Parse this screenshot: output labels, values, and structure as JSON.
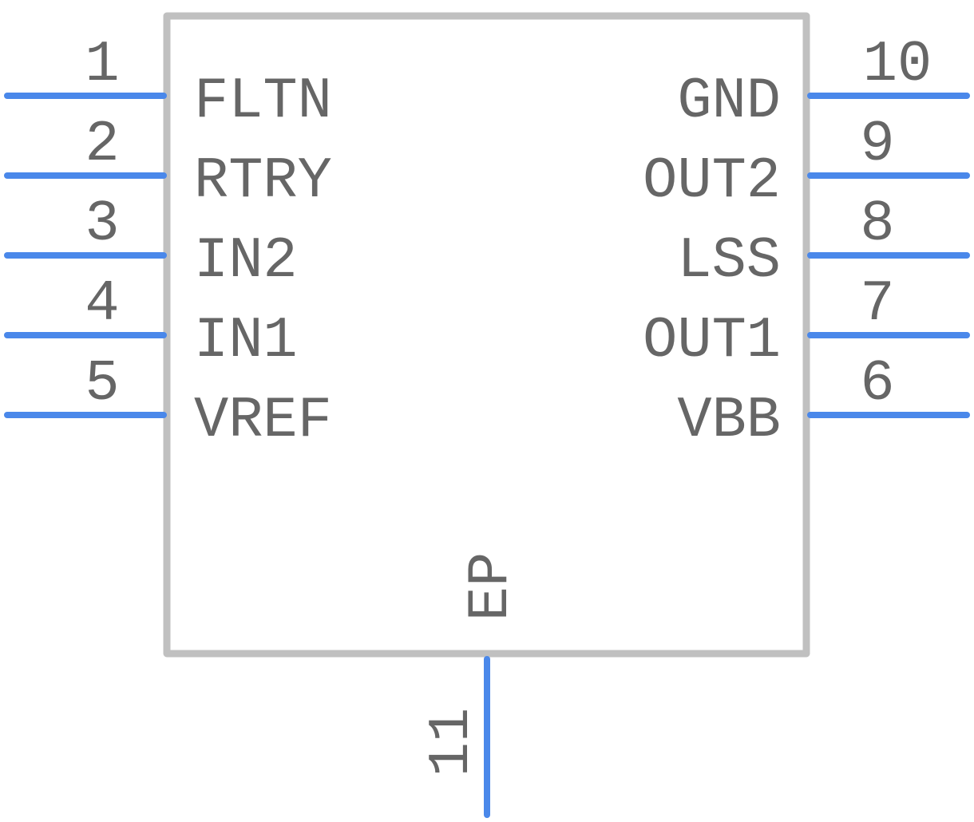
{
  "colors": {
    "background": "#ffffff",
    "body_outline": "#c0c0c0",
    "pin_line": "#4a88ea",
    "text": "#666666"
  },
  "pins": [
    {
      "number": "1",
      "name": "FLTN"
    },
    {
      "number": "2",
      "name": "RTRY"
    },
    {
      "number": "3",
      "name": "IN2"
    },
    {
      "number": "4",
      "name": "IN1"
    },
    {
      "number": "5",
      "name": "VREF"
    },
    {
      "number": "10",
      "name": "GND"
    },
    {
      "number": "9",
      "name": "OUT2"
    },
    {
      "number": "8",
      "name": "LSS"
    },
    {
      "number": "7",
      "name": "OUT1"
    },
    {
      "number": "6",
      "name": "VBB"
    },
    {
      "number": "11",
      "name": "EP"
    }
  ]
}
